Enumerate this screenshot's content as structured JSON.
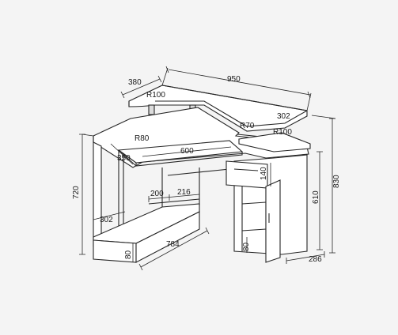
{
  "dimensions": {
    "width_total": "950",
    "depth_top": "380",
    "radius_top_left": "R100",
    "radius_shelf": "R70",
    "radius_top_right": "R100",
    "shelf_depth": "302",
    "radius_desk_left": "R80",
    "desk_front": "600",
    "desk_side": "350",
    "height_total": "830",
    "height_desk": "720",
    "height_cabinet": "610",
    "drawer_height": "140",
    "gap_200": "200",
    "gap_216": "216",
    "base_depth": "302",
    "base_length": "784",
    "base_height": "80",
    "cabinet_plinth": "80",
    "cabinet_depth": "286"
  },
  "colors": {
    "line": "#262626",
    "background": "#f4f4f4",
    "panel": "#ffffff",
    "shade": "#dcdcdc"
  }
}
